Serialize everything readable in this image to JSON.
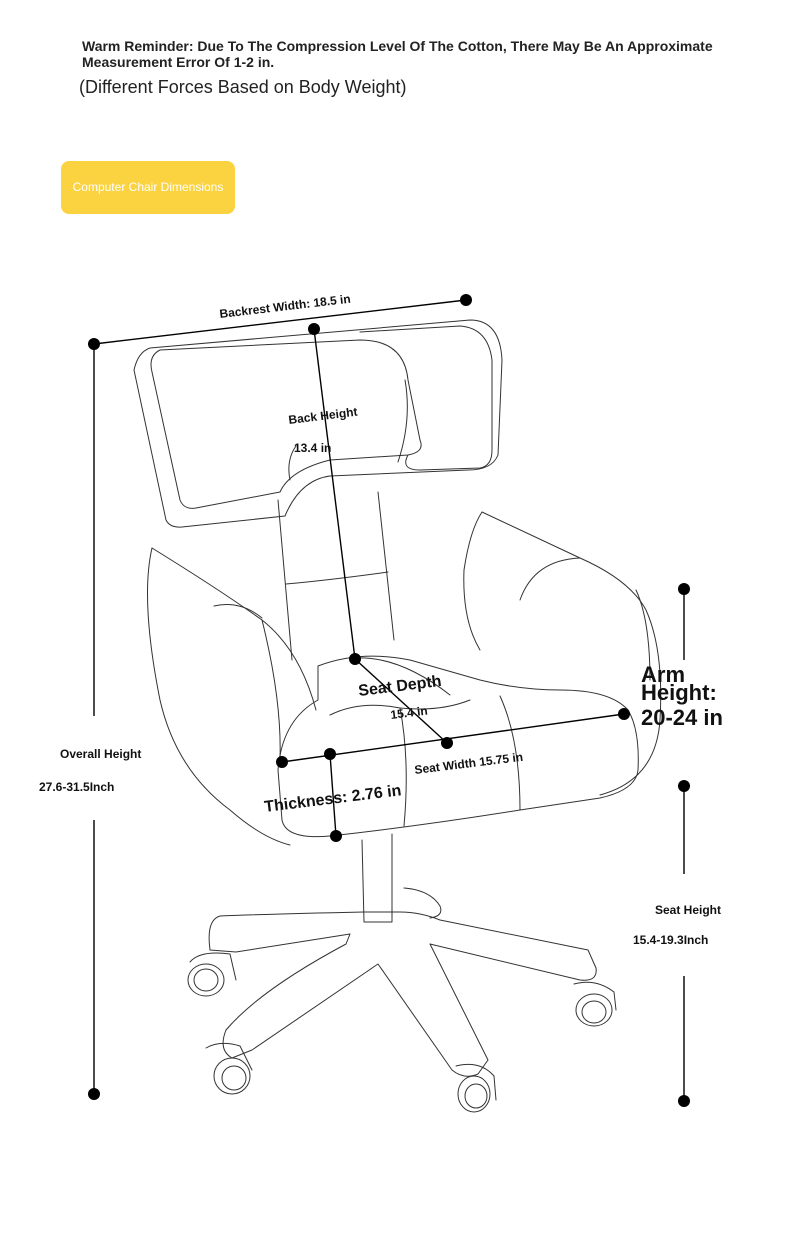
{
  "header": {
    "reminder": "Warm Reminder: Due To The Compression Level Of The Cotton, There May Be An Approximate Measurement Error Of 1-2 in.",
    "forces_note": "(Different Forces Based on Body Weight)"
  },
  "badge": {
    "label": "Computer Chair Dimensions",
    "color": "#fbd23f"
  },
  "dimensions": {
    "backrest_width": "Backrest Width: 18.5 in",
    "back_height_label": "Back Height",
    "back_height_value": "13.4 in",
    "seat_depth_label": "Seat Depth",
    "seat_depth_value": "15.4 in",
    "seat_width": "Seat Width 15.75 in",
    "thickness": "Thickness: 2.76 in",
    "arm_height_line1": "Arm",
    "arm_height_line2": "Height:",
    "arm_height_line3": "20-24 in",
    "overall_height_label": "Overall Height",
    "overall_height_value": "27.6-31.5Inch",
    "seat_height_label": "Seat Height",
    "seat_height_value": "15.4-19.3Inch"
  }
}
